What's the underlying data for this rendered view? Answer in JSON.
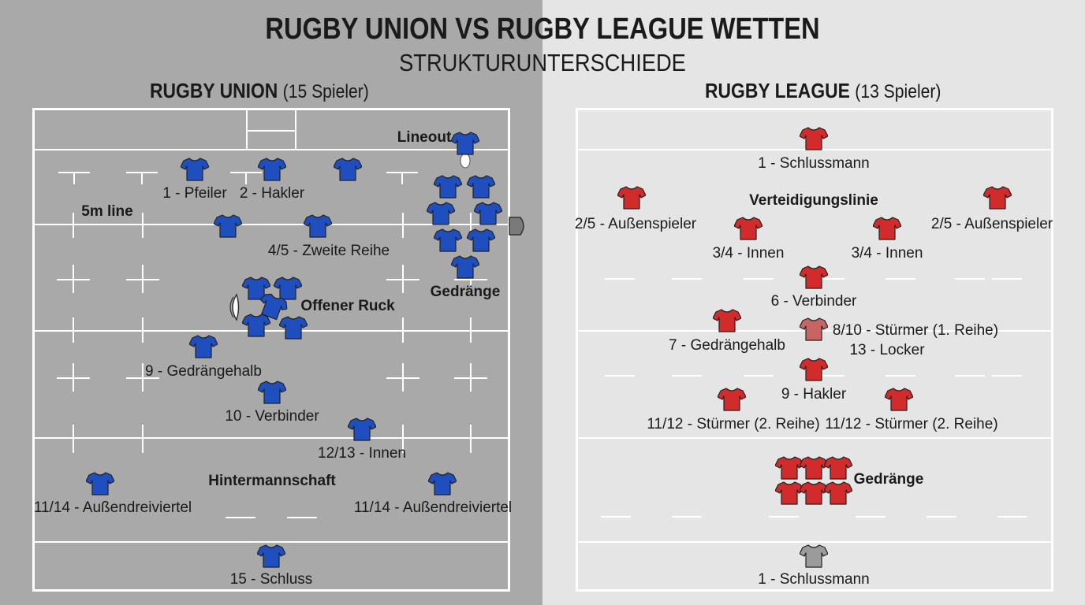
{
  "title": "RUGBY UNION VS RUGBY LEAGUE WETTEN",
  "subtitle": "STRUKTURUNTERSCHIEDE",
  "colors": {
    "union": "#1f4fbf",
    "league": "#d22b2b",
    "league_dim": "#c86464",
    "league_grey": "#9b9b9b"
  },
  "union": {
    "heading_bold": "RUGBY UNION",
    "heading_light": "(15 Spieler)",
    "labels": {
      "lineout": "Lineout",
      "five_m": "5m line",
      "pfeiler": "1 - Pfeiler",
      "hakler": "2 - Hakler",
      "zweite_reihe": "4/5 - Zweite Reihe",
      "offener_ruck": "Offener Ruck",
      "gedraenge": "Gedränge",
      "gedraengehalb": "9 - Gedrängehalb",
      "verbinder": "10 - Verbinder",
      "innen": "12/13 - Innen",
      "hintermannschaft": "Hintermannschaft",
      "aussen_left": "11/14 - Außendreiviertel",
      "aussen_right": "11/14 - Außendreiviertel",
      "schluss": "15 - Schluss"
    }
  },
  "league": {
    "heading_bold": "RUGBY LEAGUE",
    "heading_light": "(13 Spieler)",
    "labels": {
      "schlussmann_top": "1 - Schlussmann",
      "verteidigungslinie": "Verteidigungslinie",
      "aussen_left": "2/5 - Außenspieler",
      "aussen_right": "2/5 - Außenspieler",
      "innen_left": "3/4 - Innen",
      "innen_right": "3/4 - Innen",
      "verbinder": "6 - Verbinder",
      "gedraengehalb": "7 - Gedrängehalb",
      "stuermer_1": "8/10 - Stürmer (1. Reihe)",
      "locker": "13 - Locker",
      "hakler": "9 - Hakler",
      "stuermer_2_left": "11/12 - Stürmer (2. Reihe)",
      "stuermer_2_right": "11/12 - Stürmer (2. Reihe)",
      "gedraenge": "Gedränge",
      "schlussmann_bottom": "1 - Schlussmann"
    }
  }
}
